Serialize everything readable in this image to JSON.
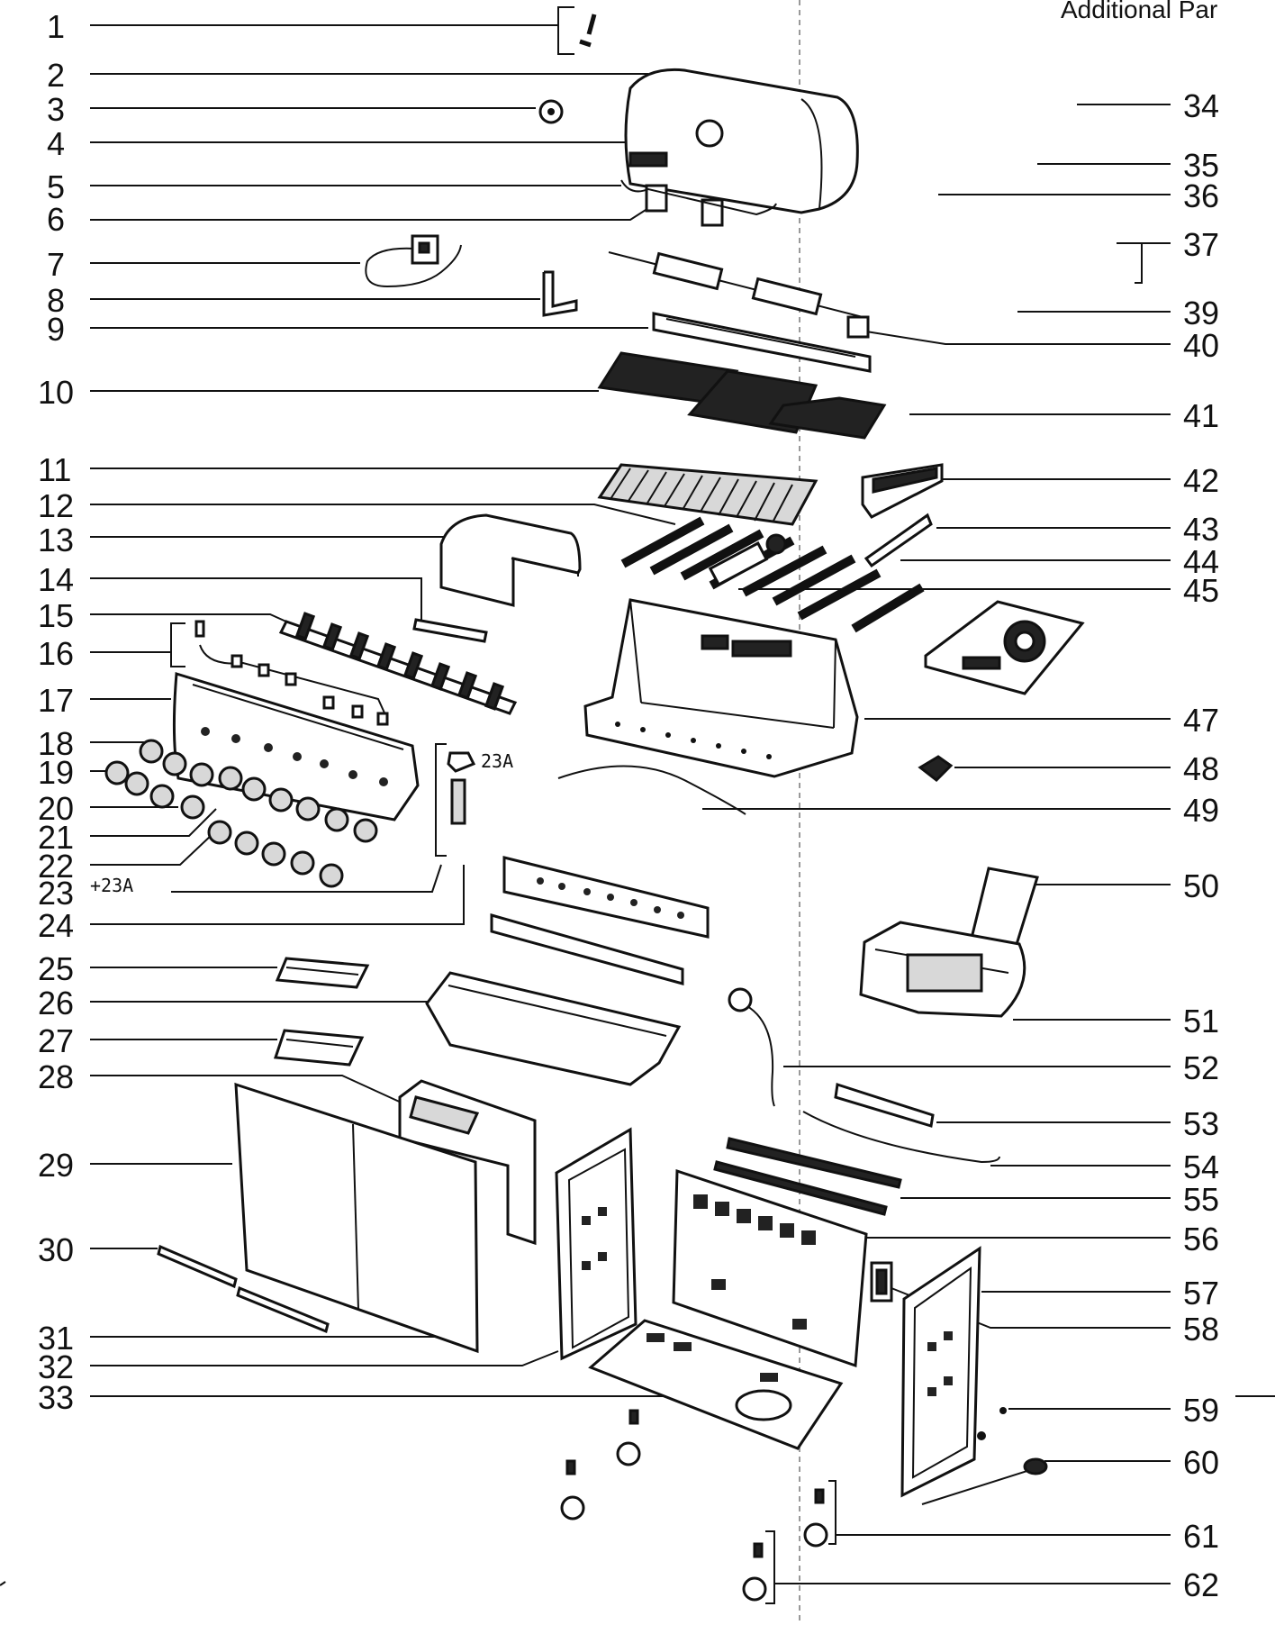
{
  "header_text": "Additional Par",
  "annotation_23a": "23A",
  "annotation_plus_23a": "+23A",
  "callouts_left": [
    "1",
    "2",
    "3",
    "4",
    "5",
    "6",
    "7",
    "8",
    "9",
    "10",
    "11",
    "12",
    "13",
    "14",
    "15",
    "16",
    "17",
    "18",
    "19",
    "20",
    "21",
    "22",
    "23",
    "24",
    "25",
    "26",
    "27",
    "28",
    "29",
    "30",
    "31",
    "32",
    "33"
  ],
  "callouts_right": [
    "34",
    "35",
    "36",
    "37",
    "39",
    "40",
    "41",
    "42",
    "43",
    "44",
    "45",
    "47",
    "48",
    "49",
    "50",
    "51",
    "52",
    "53",
    "54",
    "55",
    "56",
    "57",
    "58",
    "59",
    "60",
    "61",
    "62"
  ]
}
